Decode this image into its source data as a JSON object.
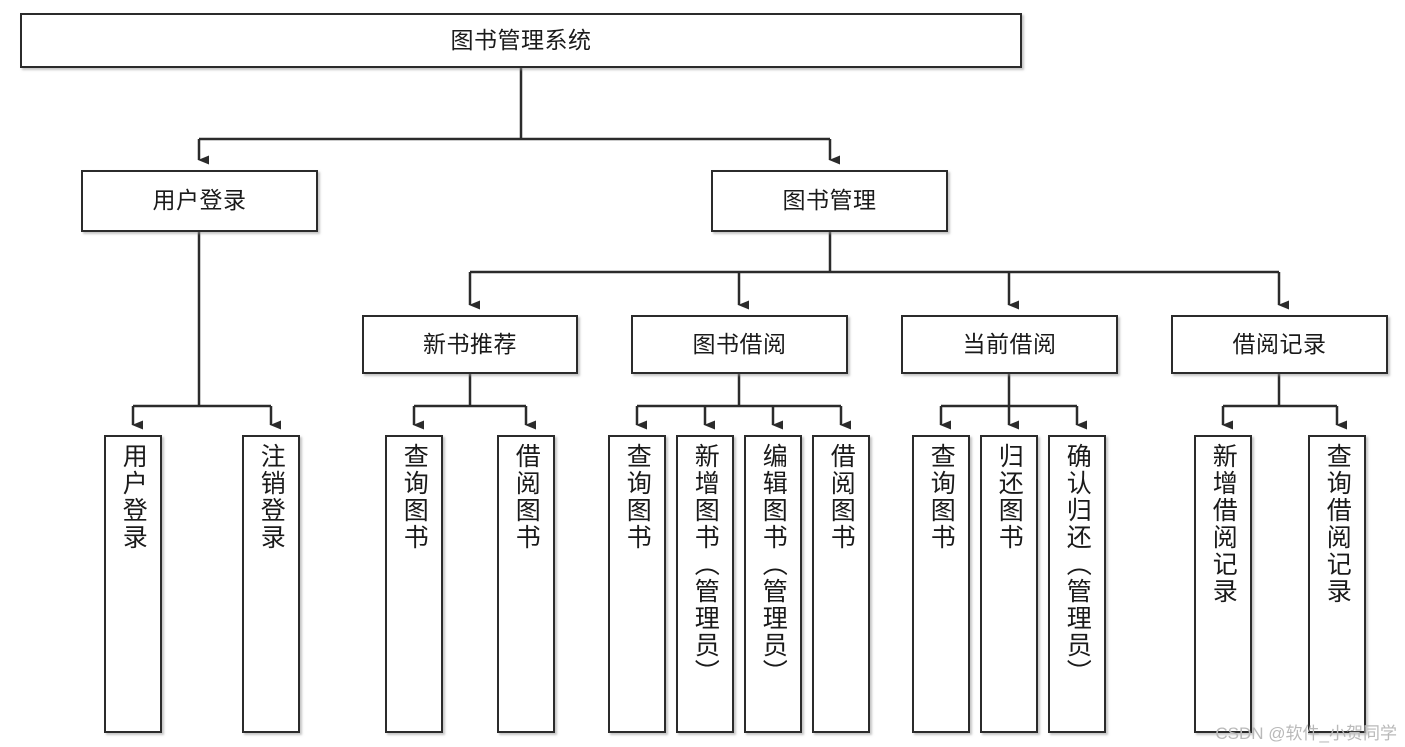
{
  "diagram": {
    "title": "图书管理系统",
    "type": "tree-hierarchy",
    "watermark": "CSDN @软件_小贺同学",
    "colors": {
      "node_border": "#2b2b2b",
      "node_fill": "#ffffff",
      "edge": "#2b2b2b",
      "text": "#1a1a1a",
      "watermark": "#b9b9b9",
      "background": "#ffffff"
    },
    "nodes": {
      "root": {
        "label": "图书管理系统"
      },
      "level2": [
        {
          "id": "user-login",
          "label": "用户登录"
        },
        {
          "id": "book-manage",
          "label": "图书管理"
        }
      ],
      "level3": [
        {
          "id": "new-book-recommend",
          "label": "新书推荐"
        },
        {
          "id": "book-borrow",
          "label": "图书借阅"
        },
        {
          "id": "current-borrow",
          "label": "当前借阅"
        },
        {
          "id": "borrow-record",
          "label": "借阅记录"
        }
      ],
      "leaves": [
        {
          "id": "leaf-user-login",
          "parent": "user-login",
          "label": "用户登录"
        },
        {
          "id": "leaf-logout-login",
          "parent": "user-login",
          "label": "注销登录"
        },
        {
          "id": "leaf-query-book-1",
          "parent": "new-book-recommend",
          "label": "查询图书"
        },
        {
          "id": "leaf-borrow-book-1",
          "parent": "new-book-recommend",
          "label": "借阅图书"
        },
        {
          "id": "leaf-query-book-2",
          "parent": "book-borrow",
          "label": "查询图书"
        },
        {
          "id": "leaf-add-book-admin",
          "parent": "book-borrow",
          "label": "新增图书（管理员）"
        },
        {
          "id": "leaf-edit-book-admin",
          "parent": "book-borrow",
          "label": "编辑图书（管理员）"
        },
        {
          "id": "leaf-borrow-book-2",
          "parent": "book-borrow",
          "label": "借阅图书"
        },
        {
          "id": "leaf-query-book-3",
          "parent": "current-borrow",
          "label": "查询图书"
        },
        {
          "id": "leaf-return-book",
          "parent": "current-borrow",
          "label": "归还图书"
        },
        {
          "id": "leaf-confirm-return",
          "parent": "current-borrow",
          "label": "确认归还（管理员）"
        },
        {
          "id": "leaf-add-record",
          "parent": "borrow-record",
          "label": "新增借阅记录"
        },
        {
          "id": "leaf-query-record",
          "parent": "borrow-record",
          "label": "查询借阅记录"
        }
      ]
    }
  }
}
